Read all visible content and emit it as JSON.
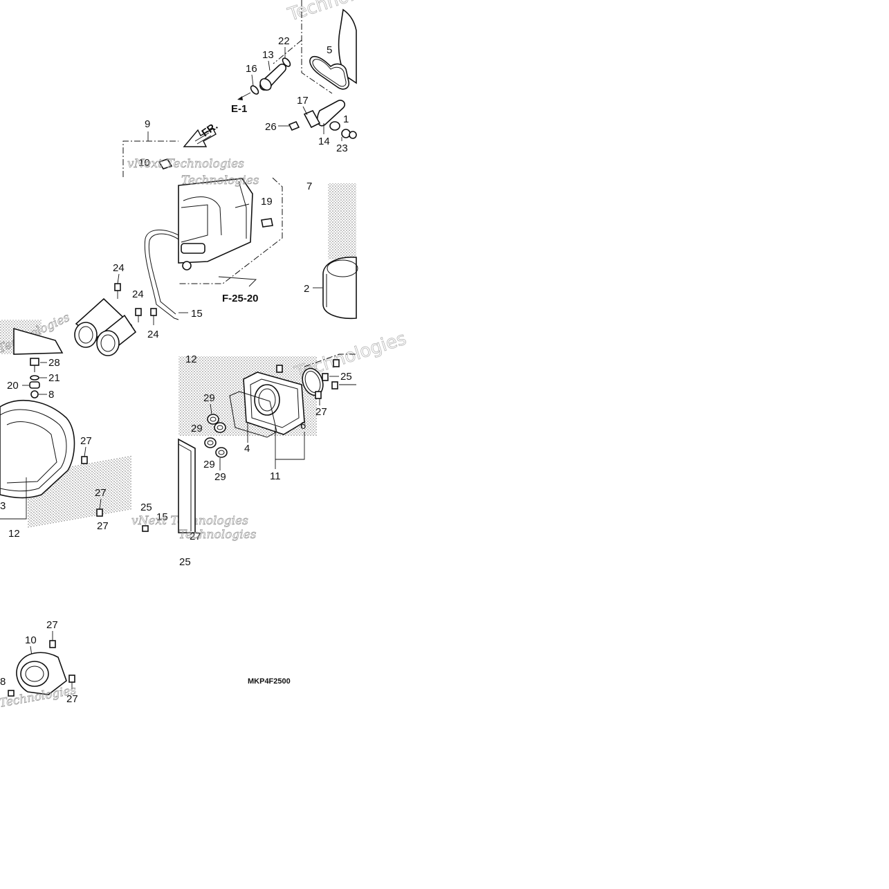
{
  "diagram": {
    "drawing_code": "MKP4F2500",
    "references": [
      "E-1",
      "F-25-20"
    ],
    "direction_label": "FR.",
    "watermark_lines": [
      "vNext Technologies",
      "Technologies"
    ],
    "callouts": {
      "c22": "22",
      "c5": "5",
      "c13": "13",
      "c16": "16",
      "c17": "17",
      "c1a": "1",
      "c26": "26",
      "c14": "14",
      "c23": "23",
      "c9": "9",
      "c10a": "10",
      "c7": "7",
      "c19": "19",
      "c24a": "24",
      "c24b": "24",
      "c24c": "24",
      "c15": "15",
      "c2": "2",
      "c28": "28",
      "c21": "21",
      "c20": "20",
      "c8a": "8",
      "c27a": "27",
      "c3": "3",
      "c27b": "27",
      "c27c": "27",
      "c25a": "25",
      "c15b": "15",
      "c12a": "12",
      "c12b": "12",
      "c29a": "29",
      "c29b": "29",
      "c29c": "29",
      "c25b": "25",
      "c27d": "27",
      "c6": "6",
      "c4": "4",
      "c11": "11",
      "c27e": "27",
      "c25c": "25",
      "c27f": "27",
      "c10b": "10",
      "c8b": "8",
      "c27g": "27"
    }
  }
}
